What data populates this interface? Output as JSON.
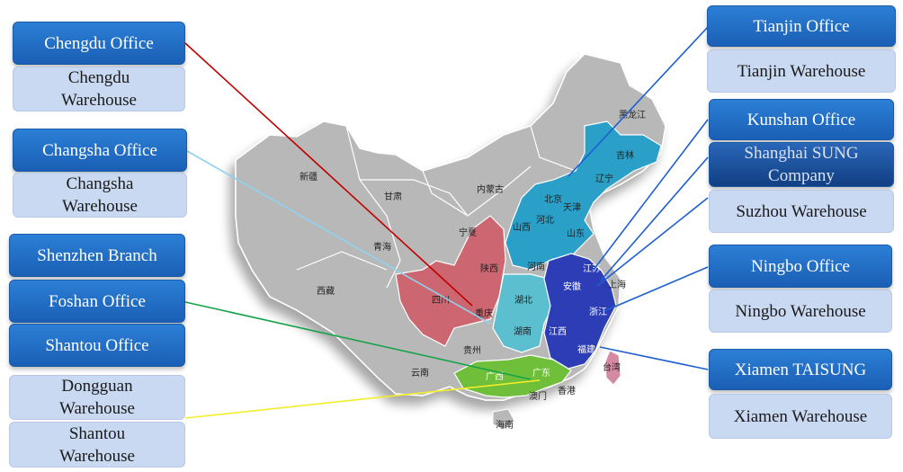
{
  "colors": {
    "office_box": "#1f6fc9",
    "warehouse_box": "#c9d9f2",
    "map_gray": "#b8b8b8",
    "region_red": "#cc6670",
    "region_teal": "#2aa0c8",
    "region_cyan": "#5bbfcf",
    "region_navy": "#2c3db5",
    "region_green": "#6fbf3a",
    "region_pink": "#d48aa2",
    "line_red": "#c00000",
    "line_lightblue": "#8fd3f0",
    "line_green": "#16a34a",
    "line_yellow": "#f2ee2a",
    "line_blue": "#1f5fd0"
  },
  "left_boxes": {
    "chengdu_office": "Chengdu Office",
    "chengdu_warehouse": "Chengdu Warehouse",
    "changsha_office": "Changsha Office",
    "changsha_warehouse": "Changsha Warehouse",
    "shenzhen_branch": "Shenzhen Branch",
    "foshan_office": "Foshan Office",
    "shantou_office": "Shantou Office",
    "dongguan_warehouse": "Dongguan Warehouse",
    "shantou_warehouse": "Shantou Warehouse"
  },
  "right_boxes": {
    "tianjin_office": "Tianjin Office",
    "tianjin_warehouse": "Tianjin Warehouse",
    "kunshan_office": "Kunshan Office",
    "shanghai_company": "Shanghai SUNG Company",
    "suzhou_warehouse": "Suzhou Warehouse",
    "ningbo_office": "Ningbo Office",
    "ningbo_warehouse": "Ningbo Warehouse",
    "xiamen_taisung": "Xiamen TAISUNG",
    "xiamen_warehouse": "Xiamen Warehouse"
  },
  "map_labels": {
    "heilongjiang": "黑龙江",
    "jilin": "吉林",
    "liaoning": "辽宁",
    "neimenggu": "内蒙古",
    "beijing": "北京",
    "tianjin": "天津",
    "hebei": "河北",
    "shanxi": "山西",
    "shandong": "山东",
    "xinjiang": "新疆",
    "gansu": "甘肃",
    "ningxia": "宁夏",
    "qinghai": "青海",
    "shaanxi": "陕西",
    "henan": "河南",
    "jiangsu": "江苏",
    "shanghai": "上海",
    "anhui": "安徽",
    "xizang": "西藏",
    "sichuan": "四川",
    "chongqing": "重庆",
    "hubei": "湖北",
    "zhejiang": "浙江",
    "hunan": "湖南",
    "jiangxi": "江西",
    "guizhou": "贵州",
    "fujian": "福建",
    "taiwan": "台湾",
    "yunnan": "云南",
    "guangxi": "广西",
    "guangdong": "广东",
    "aomen": "澳门",
    "xianggang": "香港",
    "hainan": "海南"
  }
}
